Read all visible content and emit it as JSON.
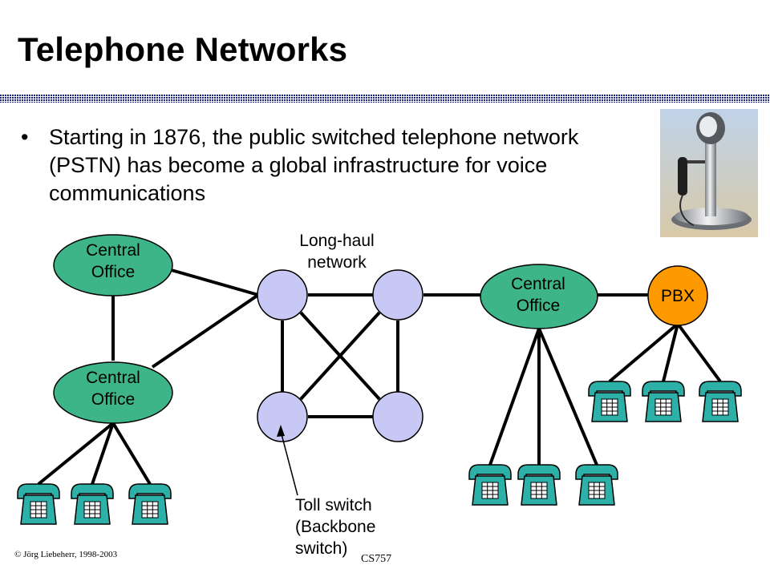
{
  "slide": {
    "title": "Telephone Networks",
    "bullet_marker": "•",
    "bullet": "Starting in 1876, the public switched telephone network (PSTN) has become a global infrastructure for voice communications"
  },
  "diagram": {
    "central_office_top": [
      "Central",
      "Office"
    ],
    "central_office_bottom": [
      "Central",
      "Office"
    ],
    "central_office_right": [
      "Central",
      "Office"
    ],
    "pbx": "PBX",
    "long_haul": [
      "Long-haul",
      "network"
    ],
    "toll_switch": [
      "Toll switch",
      "(Backbone",
      "switch)"
    ]
  },
  "footer": {
    "copyright": "© Jörg Liebeherr, 1998-2003",
    "course": "CS757"
  },
  "colors": {
    "accent_green": "#3EB489",
    "pbx_orange": "#FF9900",
    "switch_lavender": "#C8C8F5",
    "phone_teal": "#2DB0A8",
    "rule_navy": "#1A237E"
  }
}
